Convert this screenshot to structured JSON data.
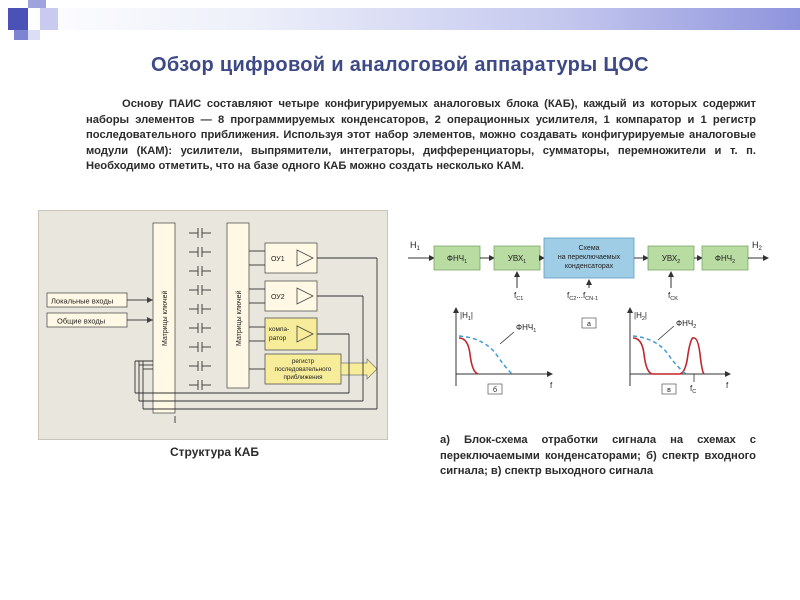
{
  "slide": {
    "title": "Обзор цифровой и аналоговой аппаратуры ЦОС",
    "paragraph": "Основу ПАИС составляют четыре конфигурируемых аналоговых блока (КАБ), каждый из которых содержит наборы элементов — 8 программируемых конденсаторов, 2 операционных усилителя, 1 компаратор и 1 регистр последовательного приближения. Используя этот набор элементов, можно создавать конфигурируемые аналоговые модули (КАМ): усилители, выпрямители, интеграторы, дифференциаторы, сумматоры, перемножители и т. п. Необходимо отметить, что на базе одного КАБ можно создать несколько КАМ."
  },
  "kab_diagram": {
    "caption": "Структура КАБ",
    "local_inputs": "Локальные входы",
    "common_inputs": "Общие входы",
    "switch_matrix": "Матрицы ключей",
    "op_amp_1": "ОУ1",
    "op_amp_2": "ОУ2",
    "comparator_line1": "компа-",
    "comparator_line2": "ратор",
    "register_line1": "регистр",
    "register_line2": "последовательного",
    "register_line3": "приближения"
  },
  "filter_diagram": {
    "h1_main": "Н",
    "h1_sub": "1",
    "h2_main": "Н",
    "h2_sub": "2",
    "lpf_main": "ФНЧ",
    "lpf1_sub": "1",
    "lpf2_sub": "2",
    "sh_main": "УВХ",
    "sh1_sub": "1",
    "sh2_sub": "2",
    "scheme_line1": "Схема",
    "scheme_line2": "на переключаемых",
    "scheme_line3": "конденсаторах",
    "fc1_main": "f",
    "fc1_sub": "C1",
    "fc_range_a": "f",
    "fc_range_a_sub": "C2",
    "fc_range_mid": "...",
    "fc_range_b": "f",
    "fc_range_b_sub": "CN-1",
    "fck_main": "f",
    "fck_sub": "CK",
    "label_a": "a",
    "label_b": "б",
    "label_v": "в",
    "spec_y1": "|Н",
    "spec_y1_sub": "1",
    "spec_y2": "|Н",
    "spec_y2_sub": "2",
    "spec_lpf1": "ФНЧ",
    "spec_lpf1_sub": "1",
    "spec_lpf2": "ФНЧ",
    "spec_lpf2_sub": "2",
    "f_axis": "f",
    "fc_mark": "f",
    "fc_mark_sub": "C",
    "caption": "а) Блок-схема отработки сигнала на схемах с переключаемыми конденсаторами; б) спектр входного сигнала; в) спектр выходного сигнала"
  },
  "colors": {
    "title": "#3e4a86",
    "deco_blue": "#4a52b8",
    "box_green": "#b9dca3",
    "box_blue": "#9fcde6",
    "yellow": "#f6ec9a",
    "curve_red": "#c0262c",
    "curve_blue": "#3e9bd6"
  }
}
